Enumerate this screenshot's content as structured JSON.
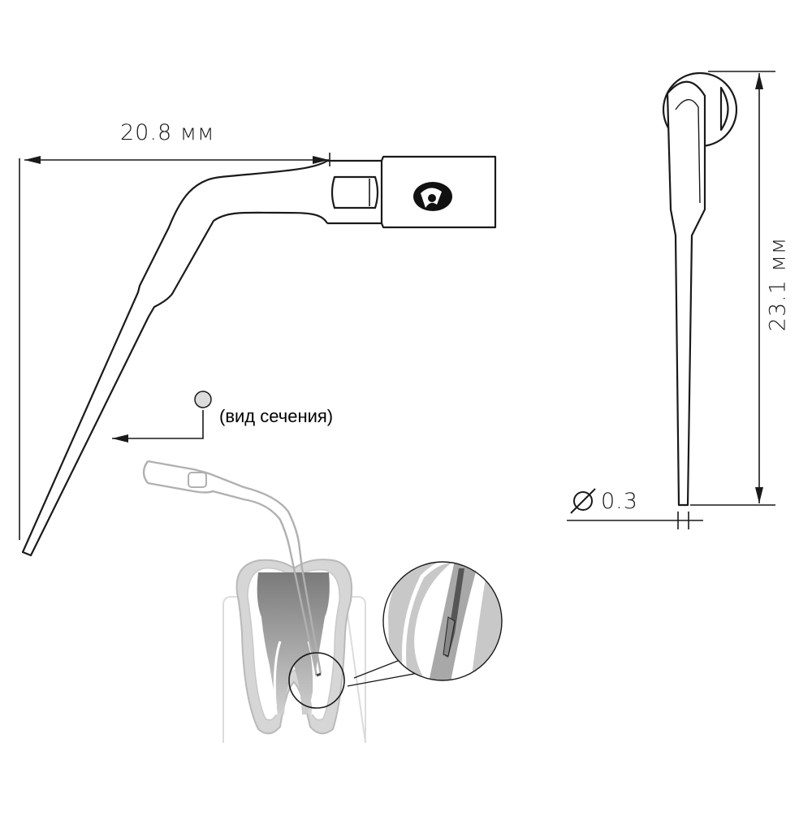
{
  "dimensions": {
    "width_label": "20.8  мм",
    "height_label": "23.1 мм",
    "tip_diameter_label": "0.3"
  },
  "cross_section": {
    "label": "(вид сечения)"
  },
  "colors": {
    "line": "#1a1a1a",
    "light_line": "#c8c8c8",
    "gray_fill": "#8c8c8c",
    "section_dot": "#dcdcdc"
  }
}
